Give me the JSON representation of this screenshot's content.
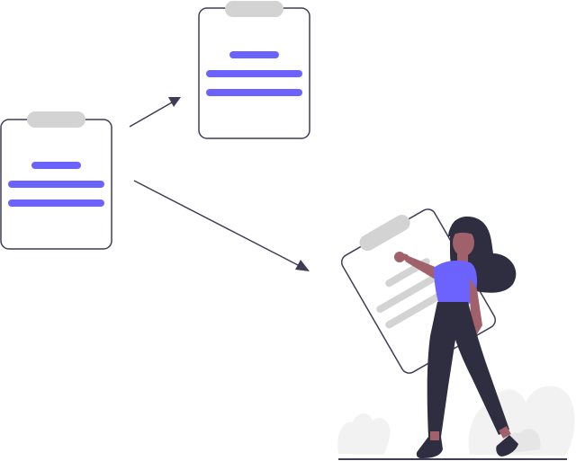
{
  "illustration": {
    "theme": "clipboard-checklist-workflow",
    "elements": [
      "clipboard-left",
      "clipboard-top",
      "arrow-to-top",
      "arrow-to-person",
      "person-holding-clipboard",
      "plants",
      "ground-line"
    ],
    "colors": {
      "accent": "#6c63ff",
      "dark": "#2f2e41",
      "skin": "#a0616a",
      "clip": "#d3d3d3",
      "outline": "#3f3d56",
      "plant": "#f2f2f2"
    }
  }
}
